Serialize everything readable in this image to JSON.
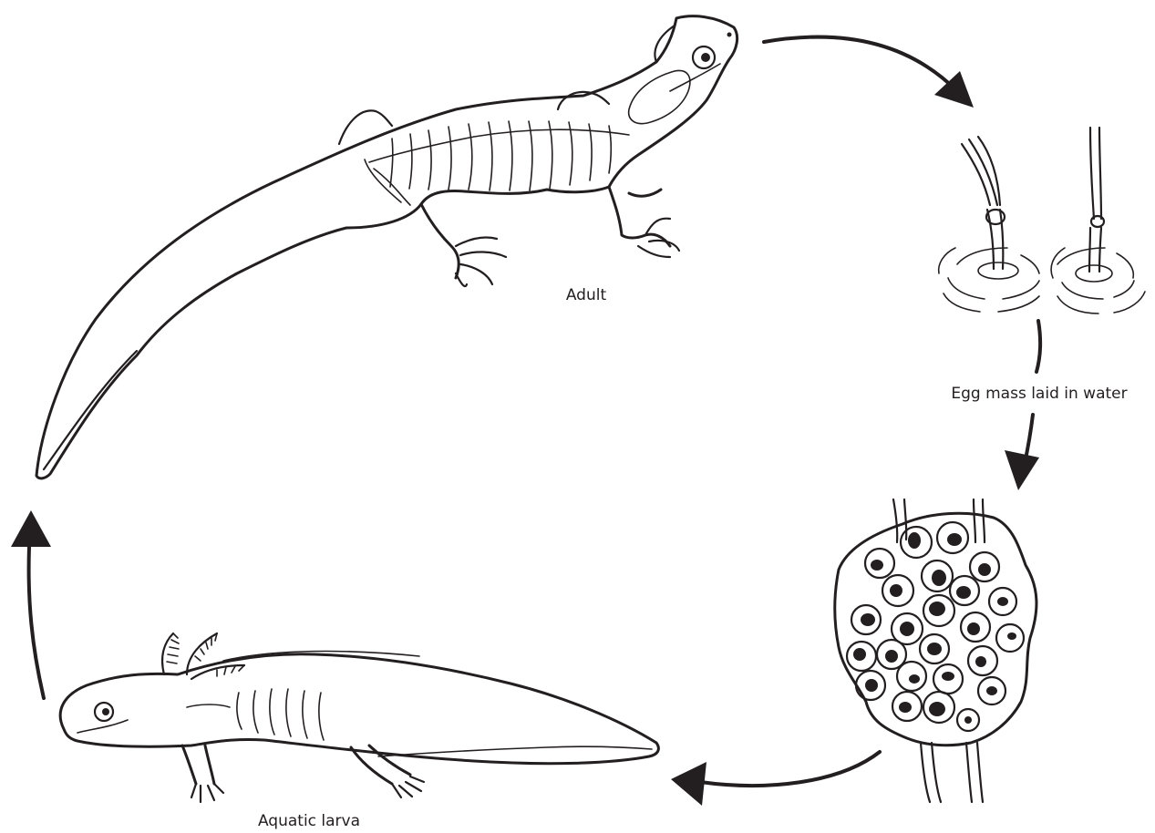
{
  "labels": {
    "adult": "Adult",
    "egg_mass": "Egg mass laid in water",
    "larva": "Aquatic larva"
  },
  "colors": {
    "ink": "#231f20",
    "background": "#ffffff"
  }
}
